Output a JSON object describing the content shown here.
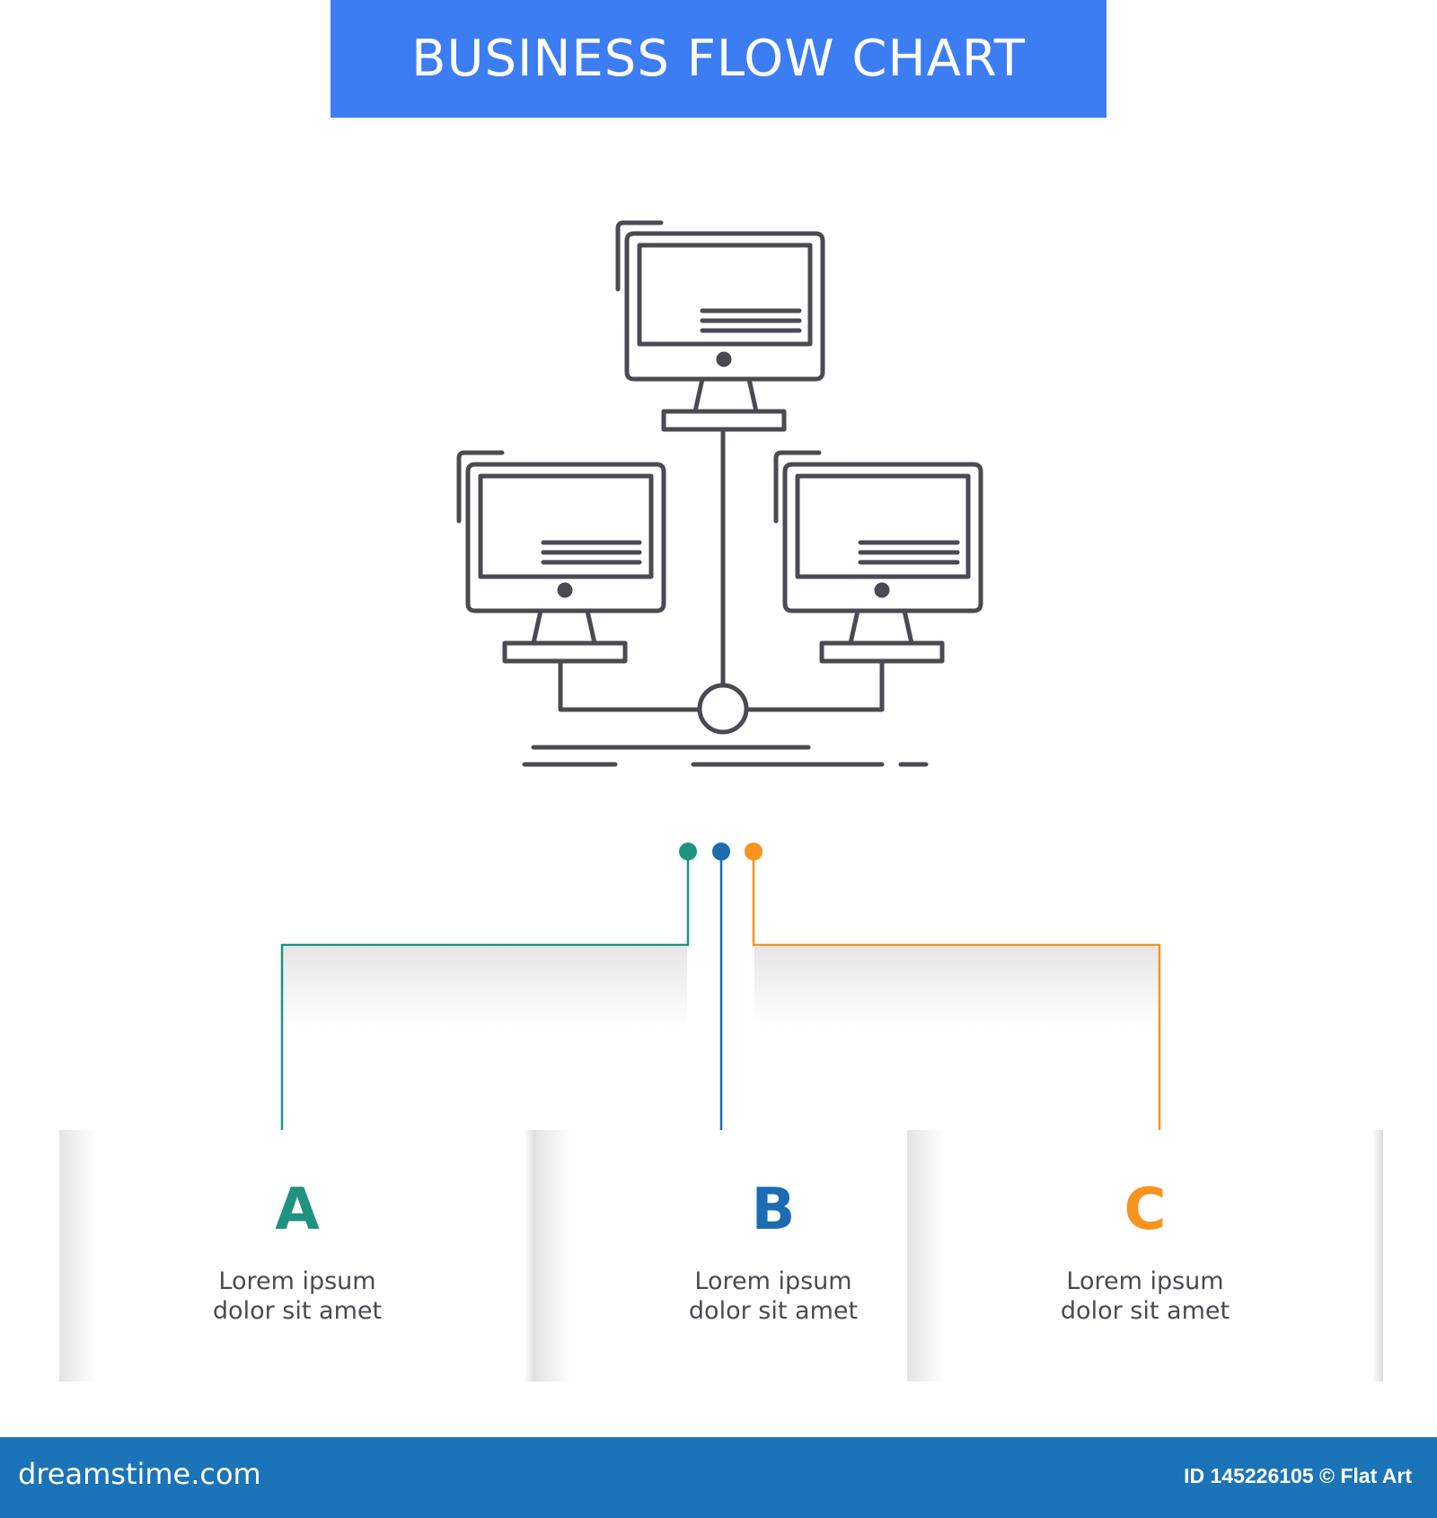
{
  "title": "BUSINESS FLOW CHART",
  "colors": {
    "banner": "#3d7df3",
    "icon_stroke": "#4a4a52",
    "branch_a": "#1f9280",
    "branch_b": "#1b6cb0",
    "branch_c": "#f7941d",
    "footer": "#1b74b7"
  },
  "illustration": {
    "icon": "network-computers-icon"
  },
  "steps": [
    {
      "letter": "A",
      "line1": "Lorem ipsum",
      "line2": "dolor sit amet",
      "color": "#1f9280"
    },
    {
      "letter": "B",
      "line1": "Lorem ipsum",
      "line2": "dolor sit amet",
      "color": "#1b6cb0"
    },
    {
      "letter": "C",
      "line1": "Lorem ipsum",
      "line2": "dolor sit amet",
      "color": "#f7941d"
    }
  ],
  "footer": {
    "brand": "dreamstime.com",
    "id_text": "ID 145226105 © Flat Art"
  }
}
